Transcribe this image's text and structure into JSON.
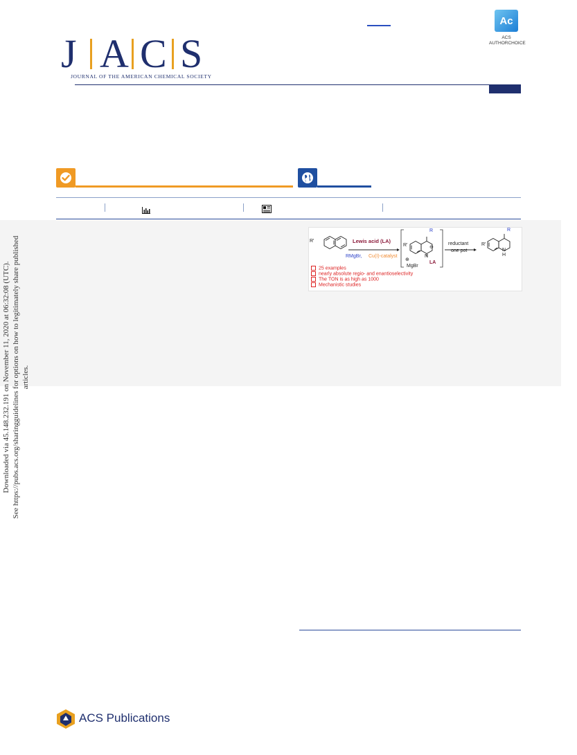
{
  "journal": {
    "letters": [
      "J",
      "A",
      "C",
      "S"
    ],
    "full_name": "JOURNAL OF THE AMERICAN CHEMICAL SOCIETY"
  },
  "authorchoice": {
    "badge_text": "Ac",
    "caption_line1": "ACS",
    "caption_line2": "AUTHORCHOICE"
  },
  "toc": {
    "substrate": "R'",
    "reagent_top": "Lewis acid (LA)",
    "reagent_bottom_1": "RMgBr,",
    "reagent_bottom_2": "Cu(I)-catalyst",
    "intermediate_r": "R",
    "intermediate_rprime": "R'",
    "intermediate_mgbr": "MgBr",
    "intermediate_plus": "⊕",
    "intermediate_minus": "⊖",
    "intermediate_n": "N",
    "intermediate_la": "LA",
    "step2_top": "reductant",
    "step2_bottom": "one pot",
    "product_r": "R",
    "product_rprime": "R'",
    "product_n": "N",
    "product_h": "H",
    "highlights": [
      "25 examples",
      "nearly absolute regio- and enantioselectivity",
      "The TON is as high as 1000",
      "Mechanistic studies"
    ]
  },
  "side_notice": {
    "line1": "Downloaded via 45.148.232.191 on November 11, 2020 at 06:32:08 (UTC).",
    "line2": "See https://pubs.acs.org/sharingguidelines for options on how to legitimately share published articles."
  },
  "footer": {
    "publisher": "ACS Publications"
  },
  "colors": {
    "navy": "#1f2f6e",
    "gold": "#e8a020",
    "license_orange": "#f09a24",
    "license_blue": "#1f4fa0",
    "highlight_red": "#dd2222",
    "lewis_acid_maroon": "#8b1a3a",
    "grignard_blue": "#2a3fc8",
    "catalyst_orange": "#f08a30"
  }
}
